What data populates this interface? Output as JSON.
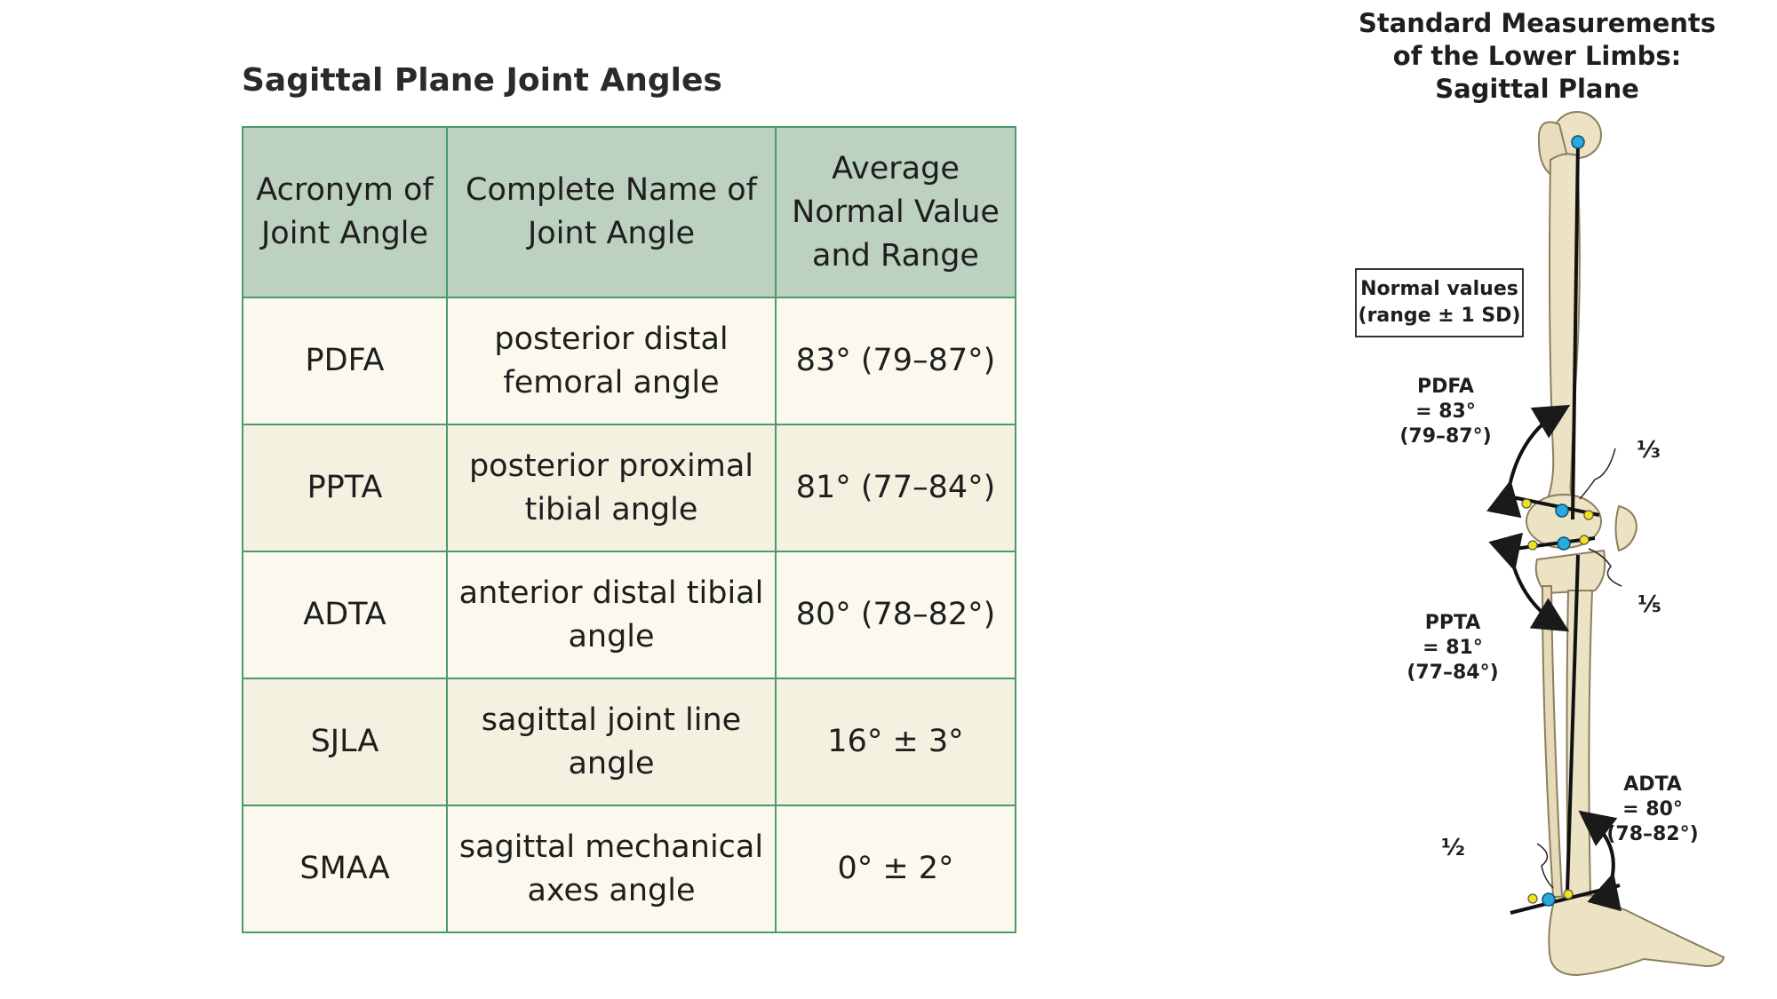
{
  "table": {
    "title": "Sagittal Plane Joint Angles",
    "headers": [
      "Acronym of Joint Angle",
      "Complete Name of Joint Angle",
      "Average Normal Value and Range"
    ],
    "rows": [
      {
        "acronym": "PDFA",
        "name": "posterior distal femoral angle",
        "value": "83° (79–87°)"
      },
      {
        "acronym": "PPTA",
        "name": "posterior proximal tibial angle",
        "value": "81° (77–84°)"
      },
      {
        "acronym": "ADTA",
        "name": "anterior distal tibial angle",
        "value": "80° (78–82°)"
      },
      {
        "acronym": "SJLA",
        "name": "sagittal joint line angle",
        "value": "16° ± 3°"
      },
      {
        "acronym": "SMAA",
        "name": "sagittal mechanical axes angle",
        "value": "0° ± 2°"
      }
    ]
  },
  "figure": {
    "title_lines": [
      "Standard Measurements",
      "of the Lower Limbs:",
      "Sagittal Plane"
    ],
    "legend_lines": [
      "Normal values",
      "(range ± 1 SD)"
    ],
    "pdfa": {
      "label": "PDFA",
      "value": "= 83°",
      "range": "(79–87°)"
    },
    "ppta": {
      "label": "PPTA",
      "value": "= 81°",
      "range": "(77–84°)"
    },
    "adta": {
      "label": "ADTA",
      "value": "= 80°",
      "range": "(78–82°)"
    },
    "fractions": {
      "third": "⅓",
      "fifth": "⅕",
      "half": "½"
    }
  },
  "colors": {
    "header_bg": "#bcd1bf",
    "row_light": "#fbf9ee",
    "row_dark": "#f4f1e0",
    "border": "#4a9a6a",
    "bone": "#ece2c4",
    "point_blue": "#29a9df",
    "point_yellow": "#f2e21c"
  }
}
